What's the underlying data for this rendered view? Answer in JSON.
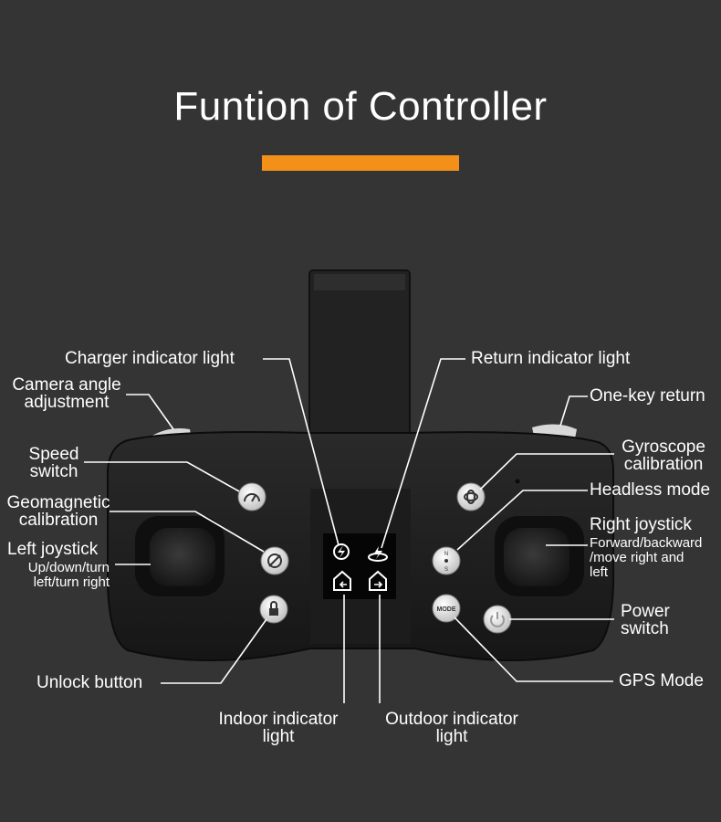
{
  "title": "Funtion of Controller",
  "colors": {
    "background": "#343434",
    "accent": "#f39019"
  },
  "labels": {
    "charger_indicator": "Charger indicator light",
    "return_indicator": "Return indicator light",
    "camera_angle": [
      "Camera angle",
      "adjustment"
    ],
    "one_key_return": "One-key return",
    "speed_switch": [
      "Speed",
      "switch"
    ],
    "gyroscope": [
      "Gyroscope",
      "calibration"
    ],
    "headless_mode": "Headless mode",
    "geomagnetic": [
      "Geomagnetic",
      "calibration"
    ],
    "right_joystick": "Right joystick",
    "right_joystick_desc": [
      "Forward/backward",
      "/move right and",
      "left"
    ],
    "left_joystick": "Left joystick",
    "left_joystick_desc": [
      "Up/down/turn",
      "left/turn right"
    ],
    "power_switch": [
      "Power",
      "switch"
    ],
    "unlock_button": "Unlock button",
    "gps_mode": "GPS Mode",
    "indoor_indicator": [
      "Indoor indicator",
      "light"
    ],
    "outdoor_indicator": [
      "Outdoor indicator",
      "light"
    ]
  },
  "buttons": {
    "mode_text": "MODE"
  },
  "icons": [
    "speed-icon",
    "geomagnetic-icon",
    "lock-icon",
    "gyroscope-icon",
    "compass-icon",
    "power-icon",
    "charge-icon",
    "return-icon",
    "indoor-home-icon",
    "outdoor-home-icon"
  ]
}
